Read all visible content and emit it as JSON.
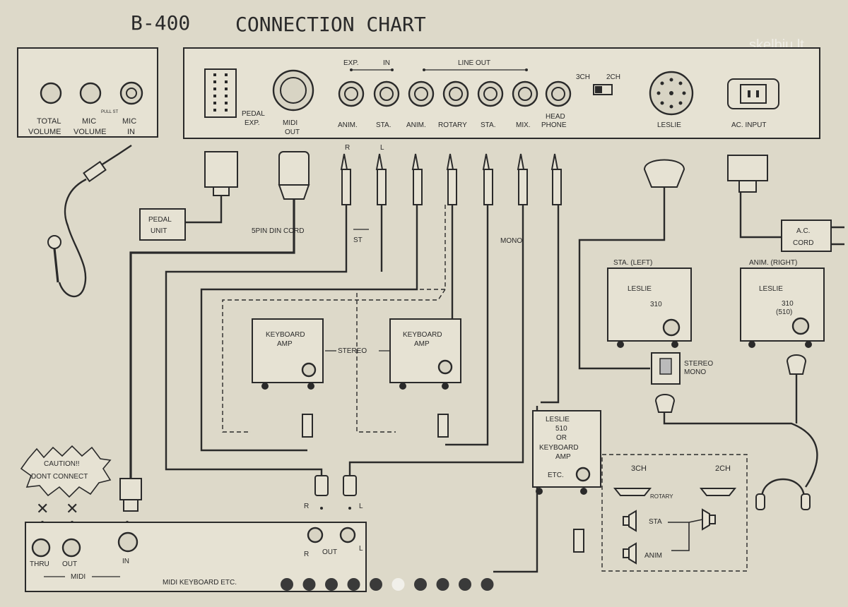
{
  "header": {
    "model": "B-400",
    "title": "CONNECTION  CHART"
  },
  "watermark": "skelbiu.lt",
  "front_panel": {
    "total": "TOTAL",
    "volume1": "VOLUME",
    "mic": "MIC",
    "volume2": "VOLUME",
    "mic_in_top": "MIC",
    "mic_in_bottom": "IN",
    "pull_st": "PULL ST"
  },
  "rear_panel": {
    "exp_label": "EXP.",
    "in_label": "IN",
    "line_out": "LINE OUT",
    "pedal": "PEDAL",
    "exp": "EXP.",
    "midi": "MIDI",
    "out": "OUT",
    "jacks": [
      "ANIM.",
      "STA.",
      "ANIM.",
      "ROTARY",
      "STA.",
      "MIX.",
      "HEAD"
    ],
    "phone": "PHONE",
    "ch3": "3CH",
    "ch2": "2CH",
    "leslie": "LESLIE",
    "ac_input": "AC. INPUT"
  },
  "labels": {
    "r": "R",
    "l": "L",
    "pedal_unit_1": "PEDAL",
    "pedal_unit_2": "UNIT",
    "din_cord": "5PIN DIN CORD",
    "st": "ST",
    "mono": "MONO",
    "ac_cord_1": "A.C.",
    "ac_cord_2": "CORD",
    "sta_left": "STA. (LEFT)",
    "anim_right": "ANIM. (RIGHT)",
    "leslie_a": "LESLIE",
    "leslie_a_num": "310",
    "leslie_b": "LESLIE",
    "leslie_b_num1": "310",
    "leslie_b_num2": "(510)",
    "stereo_switch_1": "STEREO",
    "stereo_switch_2": "MONO",
    "kbd_amp_1": "KEYBOARD",
    "kbd_amp_2": "AMP",
    "stereo": "STEREO",
    "caution_1": "CAUTION!!",
    "caution_2": "DONT CONNECT",
    "leslie510_1": "LESLIE",
    "leslie510_2": "510",
    "leslie510_3": "OR",
    "leslie510_4": "KEYBOARD",
    "leslie510_5": "AMP",
    "leslie510_6": "ETC.",
    "ch3_box": "3CH",
    "ch2_box": "2CH",
    "rotary": "ROTARY",
    "sta": "STA",
    "anim": "ANIM"
  },
  "midi_keyboard": {
    "thru": "THRU",
    "out": "OUT",
    "in": "IN",
    "midi": "MIDI",
    "title": "MIDI  KEYBOARD   ETC.",
    "r": "R",
    "out2": "OUT",
    "l": "L",
    "x_mark": "✕"
  },
  "pager": {
    "count": 10,
    "active_index": 5
  }
}
